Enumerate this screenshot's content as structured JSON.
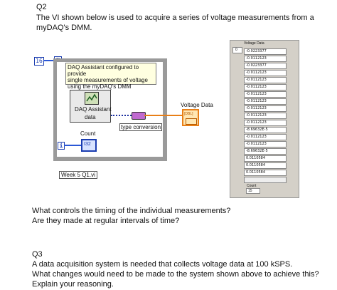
{
  "q2": {
    "heading": "Q2",
    "intro_line1": "The VI shown below is used to acquire a series of voltage measurements from a",
    "intro_line2": "myDAQ's DMM.",
    "question_line1": "What controls the timing of the individual measurements?",
    "question_line2": "Are they made at regular intervals of time?"
  },
  "diagram": {
    "loop_count_value": "16",
    "loop_count_symbol": "N",
    "comment_line1": "DAQ Assistant configured to provide",
    "comment_line2": "single measurements of voltage",
    "comment_line3": "using the myDAQ's DMM",
    "daq_title": "DAQ Assistant",
    "daq_output": "data",
    "type_conversion_label": "type conversion",
    "indicator_label": "Voltage Data",
    "indicator_type": "[DBL]",
    "count_label": "Count",
    "iteration_symbol": "i",
    "count_type": "I32",
    "file_label": "Week 5 Q1.vi"
  },
  "front_panel": {
    "array_label": "Voltage Data",
    "index_value": "0",
    "values": [
      "-0.0223377",
      "-0.0112123",
      "-0.0223377",
      "-0.0112123",
      "-0.0112123",
      "-0.0112123",
      "-0.0112123",
      "-0.0112123",
      "-0.0112123",
      "-0.0112123",
      "-0.0112123",
      "-8.69632E-5",
      "-0.0112123",
      "-0.0112123",
      "-8.69632E-5",
      "0.0110584",
      "0.0110584",
      "0.0110584"
    ],
    "count_label": "Count",
    "count_value": "15"
  },
  "q3": {
    "heading": "Q3",
    "line1": "A data acquisition system is needed that collects voltage data at 100 kSPS.",
    "line2": "What changes would need to be made to the system shown above to achieve this?",
    "line3": "Explain your reasoning."
  }
}
